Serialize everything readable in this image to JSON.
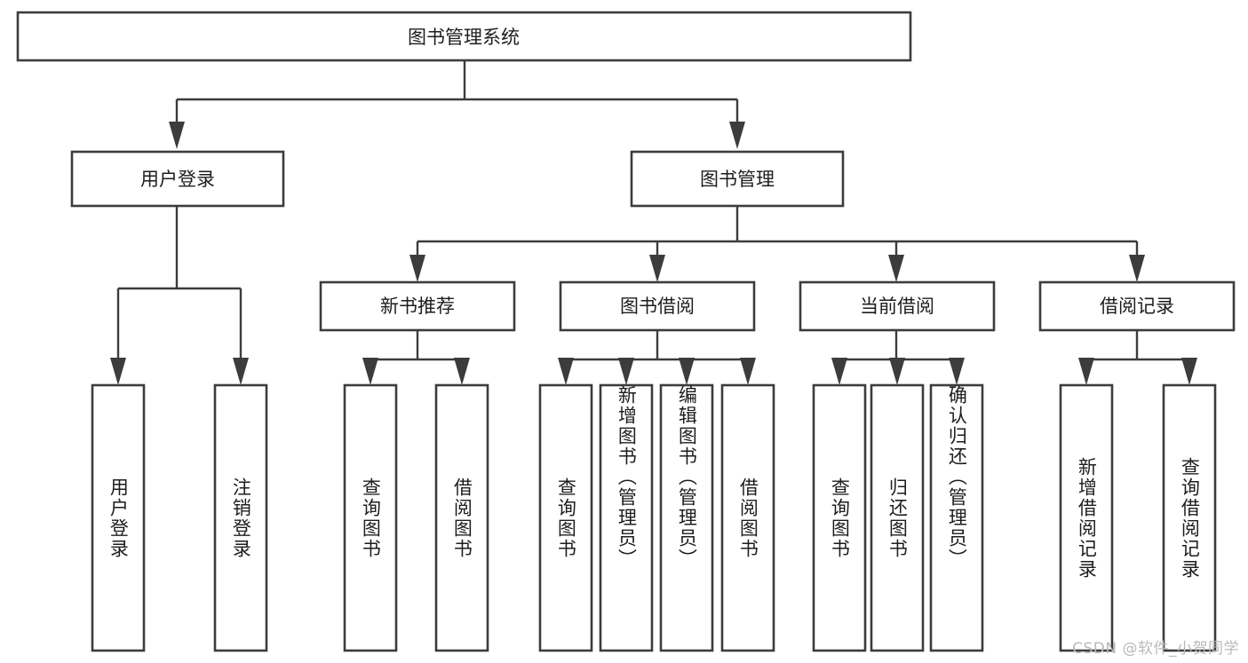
{
  "diagram": {
    "type": "tree-hierarchy",
    "title": "图书管理系统",
    "orientation": "top-down",
    "watermark": "CSDN @软件_小贺同学",
    "colors": {
      "box_stroke": "#3c3c3c",
      "box_fill": "#ffffff",
      "connector": "#3c3c3c",
      "text": "#1d1d1d",
      "watermark": "#b9b9b9",
      "background": "#ffffff"
    },
    "nodes": {
      "root": {
        "label": "图书管理系统",
        "level": 0,
        "orientation": "horizontal"
      },
      "l1": [
        {
          "id": "user-login",
          "label": "用户登录",
          "level": 1,
          "orientation": "horizontal"
        },
        {
          "id": "book-manage",
          "label": "图书管理",
          "level": 1,
          "orientation": "horizontal"
        }
      ],
      "l2": [
        {
          "id": "new-book-rec",
          "label": "新书推荐",
          "level": 2,
          "orientation": "horizontal",
          "parent": "book-manage"
        },
        {
          "id": "book-borrow",
          "label": "图书借阅",
          "level": 2,
          "orientation": "horizontal",
          "parent": "book-manage"
        },
        {
          "id": "current-borrow",
          "label": "当前借阅",
          "level": 2,
          "orientation": "horizontal",
          "parent": "book-manage"
        },
        {
          "id": "borrow-record",
          "label": "借阅记录",
          "level": 2,
          "orientation": "horizontal",
          "parent": "book-manage"
        }
      ],
      "leaves": [
        {
          "id": "leaf-user-login",
          "label": "用户登录",
          "parent": "user-login",
          "orientation": "vertical"
        },
        {
          "id": "leaf-logout",
          "label": "注销登录",
          "parent": "user-login",
          "orientation": "vertical"
        },
        {
          "id": "leaf-query-book-1",
          "label": "查询图书",
          "parent": "new-book-rec",
          "orientation": "vertical"
        },
        {
          "id": "leaf-borrow-book-1",
          "label": "借阅图书",
          "parent": "new-book-rec",
          "orientation": "vertical"
        },
        {
          "id": "leaf-query-book-2",
          "label": "查询图书",
          "parent": "book-borrow",
          "orientation": "vertical"
        },
        {
          "id": "leaf-add-book",
          "label": "新增图书（管理员）",
          "parent": "book-borrow",
          "orientation": "vertical"
        },
        {
          "id": "leaf-edit-book",
          "label": "编辑图书（管理员）",
          "parent": "book-borrow",
          "orientation": "vertical"
        },
        {
          "id": "leaf-borrow-book-2",
          "label": "借阅图书",
          "parent": "book-borrow",
          "orientation": "vertical"
        },
        {
          "id": "leaf-query-book-3",
          "label": "查询图书",
          "parent": "current-borrow",
          "orientation": "vertical"
        },
        {
          "id": "leaf-return-book",
          "label": "归还图书",
          "parent": "current-borrow",
          "orientation": "vertical"
        },
        {
          "id": "leaf-confirm-return",
          "label": "确认归还（管理员）",
          "parent": "current-borrow",
          "orientation": "vertical"
        },
        {
          "id": "leaf-add-record",
          "label": "新增借阅记录",
          "parent": "borrow-record",
          "orientation": "vertical"
        },
        {
          "id": "leaf-query-record",
          "label": "查询借阅记录",
          "parent": "borrow-record",
          "orientation": "vertical"
        }
      ]
    }
  }
}
